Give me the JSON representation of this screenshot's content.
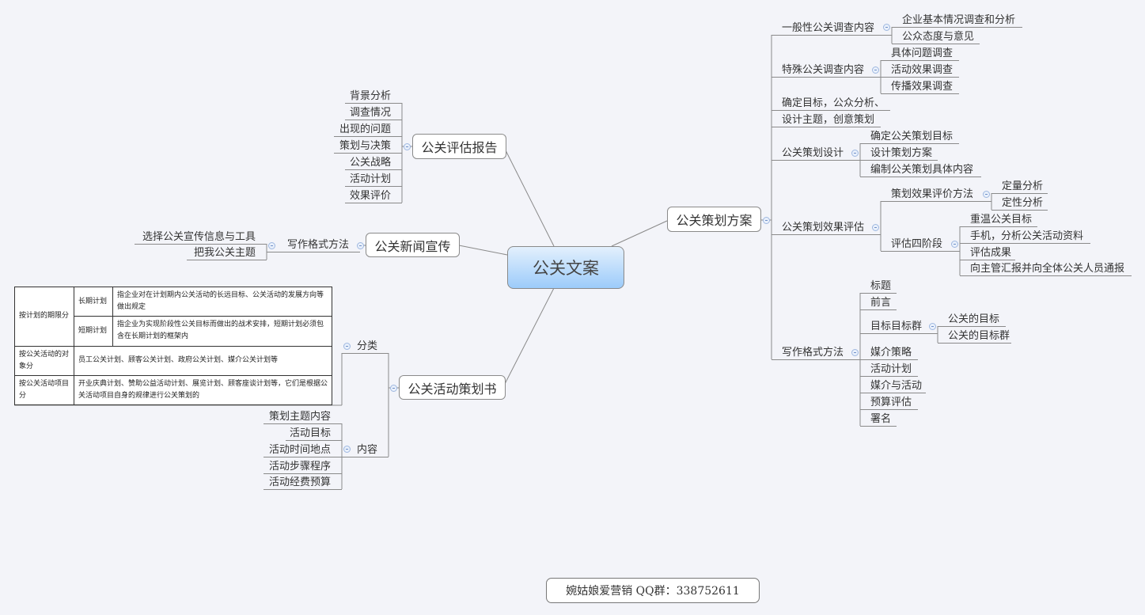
{
  "center": "公关文案",
  "right": {
    "label": "公关策划方案",
    "c0": {
      "label": "一般性公关调查内容",
      "items": [
        "企业基本情况调查和分析",
        "公众态度与意见"
      ]
    },
    "c1": {
      "label": "特殊公关调查内容",
      "items": [
        "具体问题调查",
        "活动效果调查",
        "传播效果调查"
      ]
    },
    "c2": "确定目标，公众分析、",
    "c3": "设计主题，创意策划",
    "c4": {
      "label": "公关策划设计",
      "items": [
        "确定公关策划目标",
        "设计策划方案",
        "编制公关策划具体内容"
      ]
    },
    "c5": {
      "label": "公关策划效果评估",
      "m": {
        "label": "策划效果评价方法",
        "items": [
          "定量分析",
          "定性分析"
        ]
      },
      "s": {
        "label": "评估四阶段",
        "items": [
          "重温公关目标",
          "手机，分析公关活动资料",
          "评估成果",
          "向主管汇报并向全体公关人员通报"
        ]
      }
    },
    "c6": {
      "label": "写作格式方法",
      "items": [
        "标题",
        "前言",
        "目标目标群",
        "媒介策略",
        "活动计划",
        "媒介与活动",
        "预算评估",
        "署名"
      ],
      "goal_items": [
        "公关的目标",
        "公关的目标群"
      ]
    }
  },
  "report": {
    "label": "公关评估报告",
    "items": [
      "背景分析",
      "调查情况",
      "出现的问题",
      "策划与决策",
      "公关战略",
      "活动计划",
      "效果评价"
    ]
  },
  "news": {
    "label": "公关新闻宣传",
    "method": {
      "label": "写作格式方法",
      "items": [
        "选择公关宣传信息与工具",
        "把我公关主题"
      ]
    }
  },
  "plan": {
    "label": "公关活动策划书",
    "cat": {
      "label": "分类",
      "table": {
        "r0": {
          "head": "按计划的期限分",
          "sub0": "长期计划",
          "desc0": "指企业对在计划期内公关活动的长远目标、公关活动的发展方向等做出规定",
          "sub1": "短期计划",
          "desc1": "指企业为实现阶段性公关目标而做出的战术安排，短期计划必须包含在长期计划的框架内"
        },
        "r1": {
          "head": "按公关活动的对象分",
          "desc": "员工公关计划、顾客公关计划、政府公关计划、媒介公关计划等"
        },
        "r2": {
          "head": "按公关活动项目分",
          "desc": "开业庆典计划、赞助公益活动计划、展览计划、顾客座谈计划等，它们是根据公关活动项目自身的规律进行公关策划的"
        }
      }
    },
    "content": {
      "label": "内容",
      "items": [
        "策划主题内容",
        "活动目标",
        "活动时间地点",
        "活动步骤程序",
        "活动经费预算"
      ]
    }
  },
  "footer": "婉姑娘爱营销  QQ群：338752611"
}
